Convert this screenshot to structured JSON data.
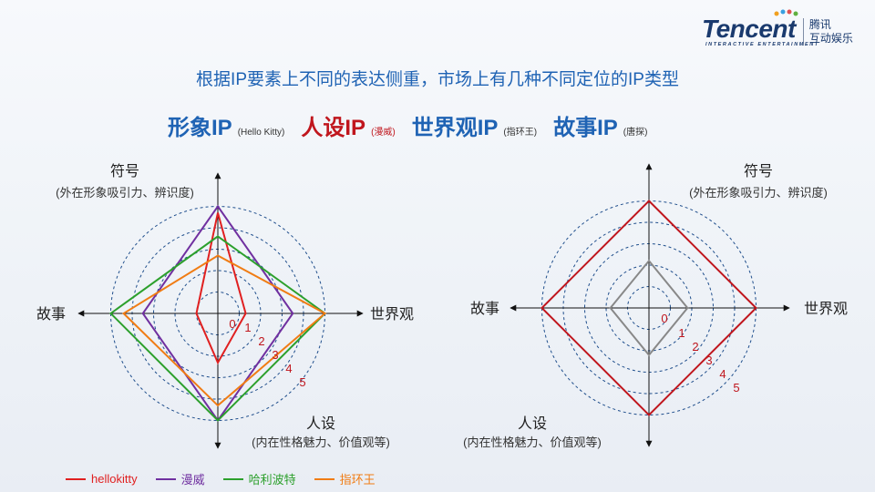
{
  "logo": {
    "word": "Tencent",
    "sub": "INTERACTIVE ENTERTAINMENT",
    "cn1": "腾讯",
    "cn2": "互动娱乐"
  },
  "subtitle": "根据IP要素上不同的表达侧重，市场上有几种不同定位的IP类型",
  "types": [
    {
      "name": "形象IP",
      "example": "(Hello Kitty)",
      "color": "#1f63b4"
    },
    {
      "name": "人设IP",
      "example": "(漫威)",
      "color": "#c0161d"
    },
    {
      "name": "世界观IP",
      "example": "(指环王)",
      "color": "#1f63b4"
    },
    {
      "name": "故事IP",
      "example": "(唐探)",
      "color": "#1f63b4"
    }
  ],
  "axes": {
    "top": "符号",
    "top_sub": "(外在形象吸引力、辨识度)",
    "right": "世界观",
    "bottom": "人设",
    "bottom_sub": "(内在性格魅力、价值观等)",
    "left": "故事"
  },
  "chart_data": [
    {
      "type": "radar",
      "axes": [
        "符号",
        "世界观",
        "人设",
        "故事"
      ],
      "rings": [
        1,
        2,
        3,
        4,
        5
      ],
      "ring_labels": [
        "0",
        "1",
        "2",
        "3",
        "4",
        "5"
      ],
      "series": [
        {
          "name": "hellokitty",
          "color": "#e02020",
          "values": [
            4.7,
            1.3,
            2.3,
            1.0
          ]
        },
        {
          "name": "漫威",
          "color": "#7030a0",
          "values": [
            5.0,
            3.5,
            5.0,
            3.5
          ]
        },
        {
          "name": "哈利波特",
          "color": "#2ca02c",
          "values": [
            3.6,
            5.0,
            5.0,
            5.0
          ]
        },
        {
          "name": "指环王",
          "color": "#f07c14",
          "values": [
            2.7,
            5.0,
            4.3,
            4.4
          ]
        }
      ]
    },
    {
      "type": "radar",
      "axes": [
        "符号",
        "世界观",
        "人设",
        "故事"
      ],
      "rings": [
        1,
        2,
        3,
        4,
        5
      ],
      "ring_labels": [
        "0",
        "1",
        "2",
        "3",
        "4",
        "5"
      ],
      "series": [
        {
          "color": "#c0161d",
          "values": [
            5.0,
            5.0,
            5.0,
            5.0
          ]
        },
        {
          "color": "#888888",
          "values": [
            2.2,
            1.8,
            2.2,
            1.8
          ]
        }
      ]
    }
  ],
  "legend": [
    {
      "label": "hellokitty",
      "color": "#e02020"
    },
    {
      "label": "漫威",
      "color": "#7030a0"
    },
    {
      "label": "哈利波特",
      "color": "#2ca02c"
    },
    {
      "label": "指环王",
      "color": "#f07c14"
    }
  ]
}
